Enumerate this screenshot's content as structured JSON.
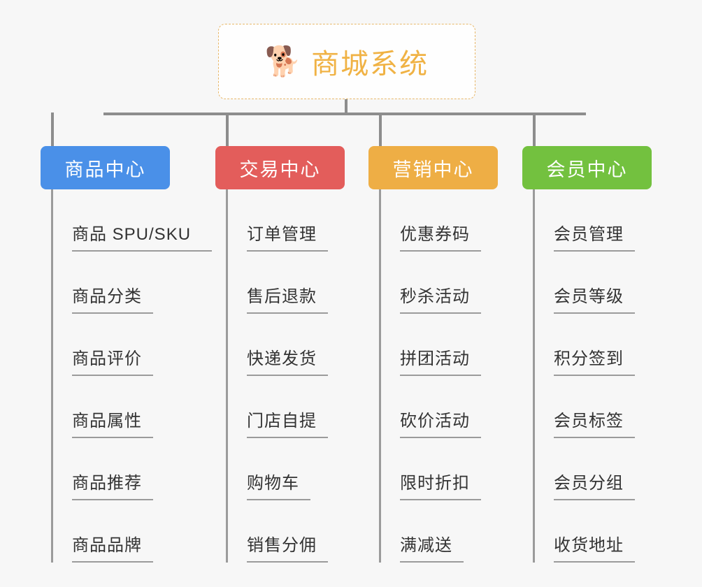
{
  "root": {
    "icon": "shiba-dog-face-emoji",
    "icon_glyph": "🐕",
    "title": "商城系统",
    "title_color": "#f0b244",
    "border_color": "#e8b86a",
    "background": "#fefefe"
  },
  "canvas": {
    "background": "#f7f7f7",
    "connector_color": "#8d8d8d"
  },
  "columns": [
    {
      "id": "product-center",
      "title": "商品中心",
      "color": "#4a90e8",
      "items": [
        "商品 SPU/SKU",
        "商品分类",
        "商品评价",
        "商品属性",
        "商品推荐",
        "商品品牌"
      ]
    },
    {
      "id": "trade-center",
      "title": "交易中心",
      "color": "#e35d5b",
      "items": [
        "订单管理",
        "售后退款",
        "快递发货",
        "门店自提",
        "购物车",
        "销售分佣"
      ]
    },
    {
      "id": "marketing-center",
      "title": "营销中心",
      "color": "#eeae45",
      "items": [
        "优惠券码",
        "秒杀活动",
        "拼团活动",
        "砍价活动",
        "限时折扣",
        "满减送"
      ]
    },
    {
      "id": "member-center",
      "title": "会员中心",
      "color": "#73c13f",
      "items": [
        "会员管理",
        "会员等级",
        "积分签到",
        "会员标签",
        "会员分组",
        "收货地址"
      ]
    }
  ]
}
